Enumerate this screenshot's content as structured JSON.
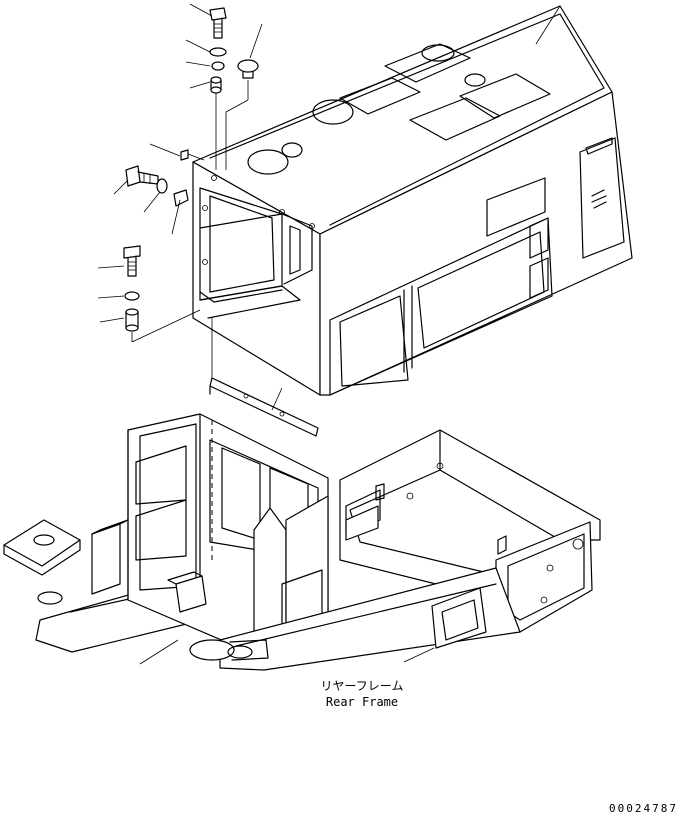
{
  "caption": {
    "jp": "リヤーフレーム",
    "en": "Rear Frame"
  },
  "doc_number": "00024787"
}
